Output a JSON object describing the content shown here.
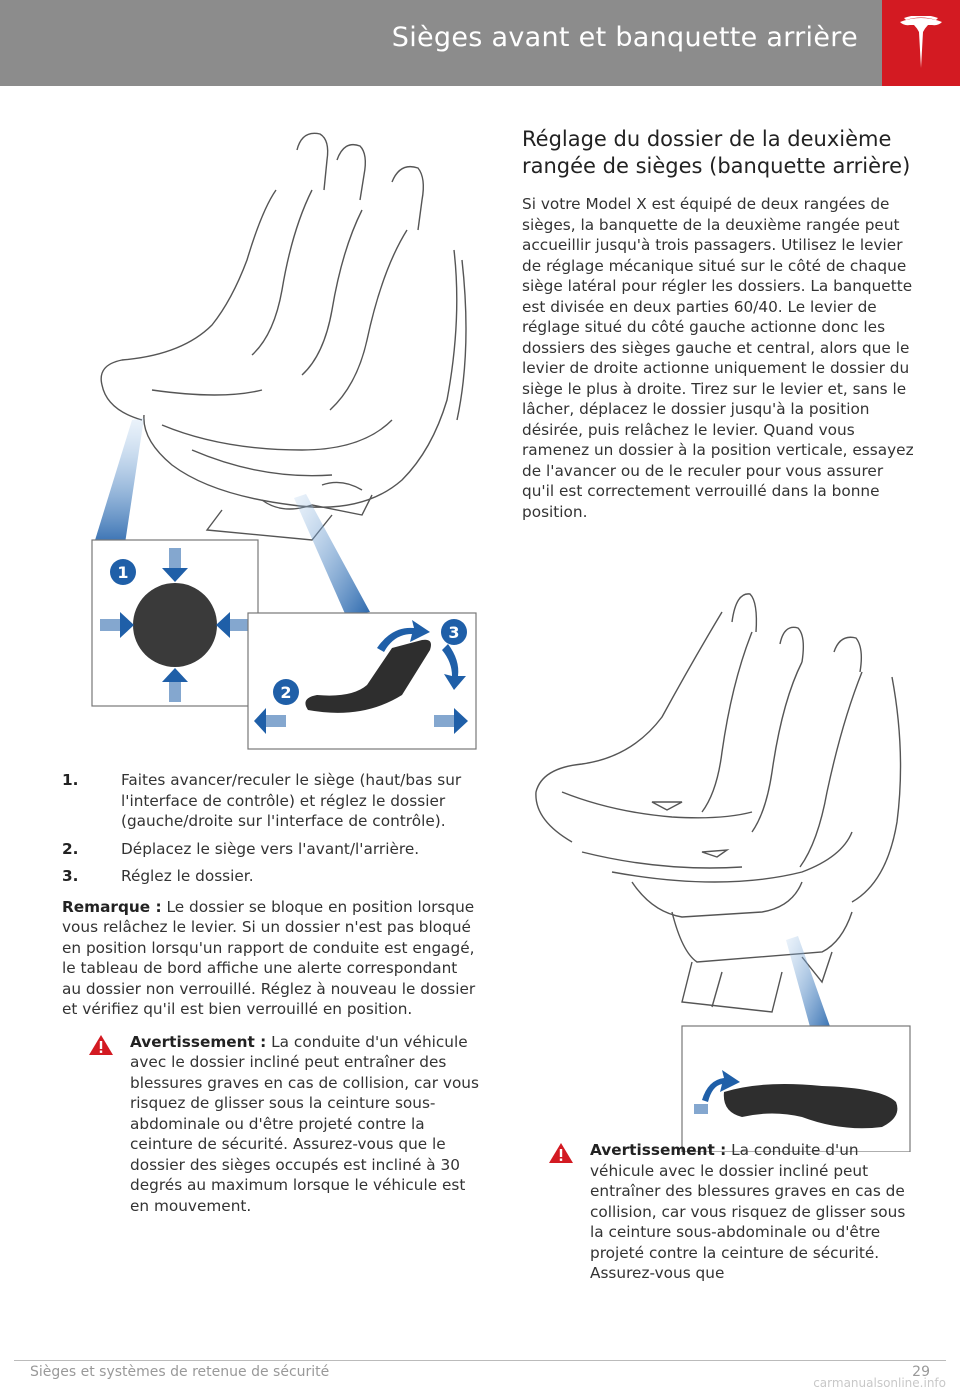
{
  "header": {
    "title": "Sièges avant et banquette arrière"
  },
  "left": {
    "figure_labels": [
      "1",
      "2",
      "3"
    ],
    "steps": [
      {
        "num": "1.",
        "text": "Faites avancer/reculer le siège (haut/bas sur l'interface de contrôle) et réglez le dossier (gauche/droite sur l'interface de contrôle)."
      },
      {
        "num": "2.",
        "text": "Déplacez le siège vers l'avant/l'arrière."
      },
      {
        "num": "3.",
        "text": "Réglez le dossier."
      }
    ],
    "note_label": "Remarque :",
    "note_text": " Le dossier se bloque en position lorsque vous relâchez le levier. Si un dossier n'est pas bloqué en position lorsqu'un rapport de conduite est engagé, le tableau de bord affiche une alerte correspondant au dossier non verrouillé. Réglez à nouveau le dossier et vérifiez qu'il est bien verrouillé en position.",
    "warning_label": "Avertissement :",
    "warning_text": " La conduite d'un véhicule avec le dossier incliné peut entraîner des blessures graves en cas de collision, car vous risquez de glisser sous la ceinture sous-abdominale ou d'être projeté contre la ceinture de sécurité. Assurez-vous que le dossier des sièges occupés est incliné à 30 degrés au maximum lorsque le véhicule est en mouvement."
  },
  "right": {
    "heading": "Réglage du dossier de la deuxième rangée de sièges (banquette arrière)",
    "paragraph": "Si votre Model X est équipé de deux rangées de sièges, la banquette de la deuxième rangée peut accueillir jusqu'à trois passagers. Utilisez le levier de réglage mécanique situé sur le côté de chaque siège latéral pour régler les dossiers. La banquette est divisée en deux parties 60/40. Le levier de réglage situé du côté gauche actionne donc les dossiers des sièges gauche et central, alors que le levier de droite actionne uniquement le dossier du siège le plus à droite. Tirez sur le levier et, sans le lâcher, déplacez le dossier jusqu'à la position désirée, puis relâchez le levier. Quand vous ramenez un dossier à la position verticale, essayez de l'avancer ou de le reculer pour vous assurer qu'il est correctement verrouillé dans la bonne position.",
    "warning_label": "Avertissement :",
    "warning_text": " La conduite d'un véhicule avec le dossier incliné peut entraîner des blessures graves en cas de collision, car vous risquez de glisser sous la ceinture sous-abdominale ou d'être projeté contre la ceinture de sécurité. Assurez-vous que"
  },
  "footer": {
    "section": "Sièges et systèmes de retenue de sécurité",
    "page": "29",
    "watermark": "carmanualsonline.info"
  },
  "colors": {
    "header_bg": "#8c8c8c",
    "brand_red": "#d31a22",
    "callout_blue": "#1f5fa8"
  }
}
